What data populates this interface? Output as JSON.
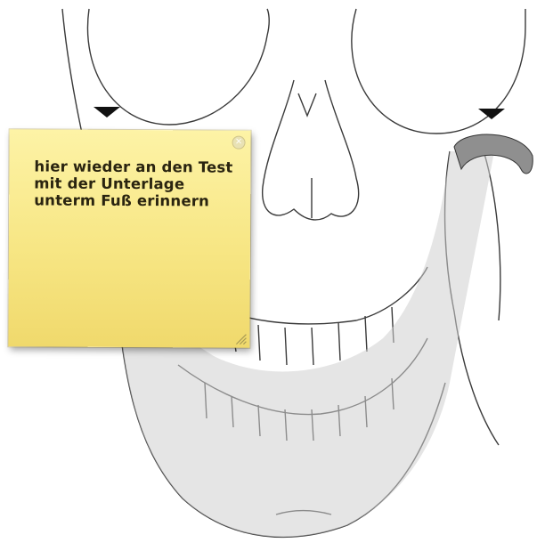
{
  "sticky_note": {
    "lines": [
      "hier wieder an den Test",
      "mit der Unterlage",
      "unterm Fuß erinnern"
    ],
    "color": "#f7e684",
    "close_icon": "close-circle-icon",
    "resize_icon": "resize-grip-icon"
  },
  "background": {
    "subject": "skull-diagram-frontal"
  }
}
